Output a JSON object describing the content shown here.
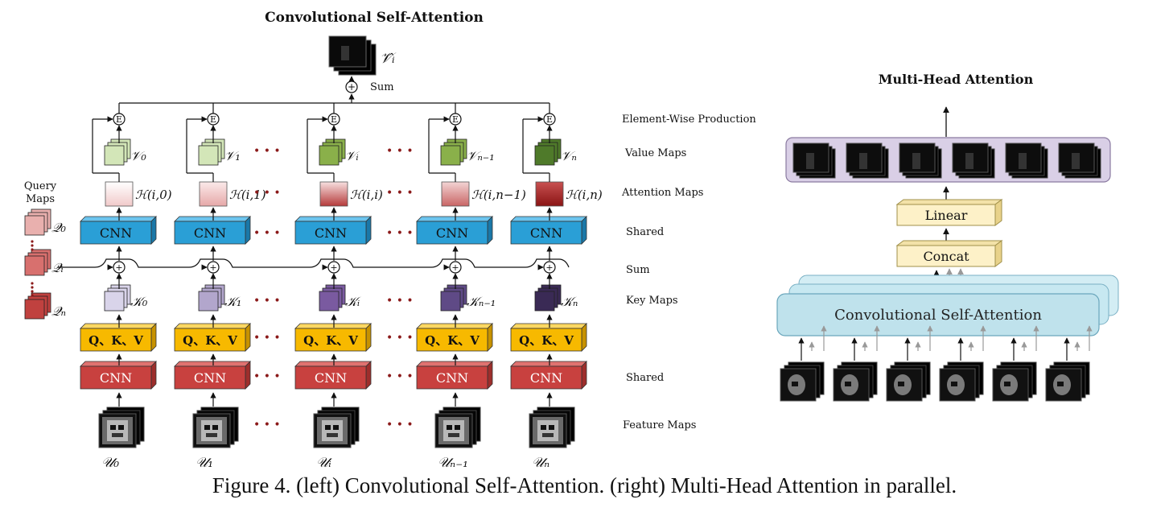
{
  "left": {
    "title": "Convolutional Self-Attention",
    "output_label": "𝒱̂ᵢ",
    "sum_label": "Sum",
    "query": {
      "title_line1": "Query",
      "title_line2": "Maps",
      "labels": [
        "𝒬₀",
        "𝒬ᵢ",
        "𝒬ₙ"
      ]
    },
    "columns": [
      {
        "value": "𝒱₀",
        "attention": "ℋ(i,0)",
        "key": "𝒦₀",
        "feature": "𝒰₀"
      },
      {
        "value": "𝒱₁",
        "attention": "ℋ(i,1)",
        "key": "𝒦₁",
        "feature": "𝒰₁"
      },
      {
        "value": "𝒱ᵢ",
        "attention": "ℋ(i,i)",
        "key": "𝒦ᵢ",
        "feature": "𝒰ᵢ"
      },
      {
        "value": "𝒱ₙ₋₁",
        "attention": "ℋ(i,n−1)",
        "key": "𝒦ₙ₋₁",
        "feature": "𝒰ₙ₋₁"
      },
      {
        "value": "𝒱ₙ",
        "attention": "ℋ(i,n)",
        "key": "𝒦ₙ",
        "feature": "𝒰ₙ"
      }
    ],
    "cnn_label": "CNN",
    "qkv_label": "Q、K、V",
    "elementwise_symbol": "E",
    "plus_symbol": "+",
    "ellipsis": "• • •",
    "row_labels": {
      "elementwise": "Element-Wise Production",
      "value": "Value Maps",
      "attention": "Attention Maps",
      "shared_top": "Shared",
      "sum": "Sum",
      "key": "Key Maps",
      "shared_bottom": "Shared",
      "feature": "Feature Maps"
    }
  },
  "right": {
    "title": "Multi-Head Attention",
    "linear_label": "Linear",
    "concat_label": "Concat",
    "csa_label": "Convolutional Self-Attention"
  },
  "caption": "Figure 4. (left) Convolutional Self-Attention. (right) Multi-Head Attention in parallel.",
  "colors": {
    "cnn_blue": "#2a9fd6",
    "cnn_red": "#c8413f",
    "qkv_yellow": "#f7b900",
    "value_light": "#d3e6b8",
    "value_mid": "#8ab04a",
    "value_dark": "#4f7a2a",
    "key_light": "#d9d4ea",
    "key_mid": "#7a5aa0",
    "key_dark": "#3a2a55",
    "attn_light": "#f6dede",
    "attn_dark": "#9b2222",
    "query_light": "#e9b0ae",
    "query_dark": "#c0413f",
    "csa_fill": "#bfe2ec",
    "panel_fill": "#d9cfe6"
  }
}
